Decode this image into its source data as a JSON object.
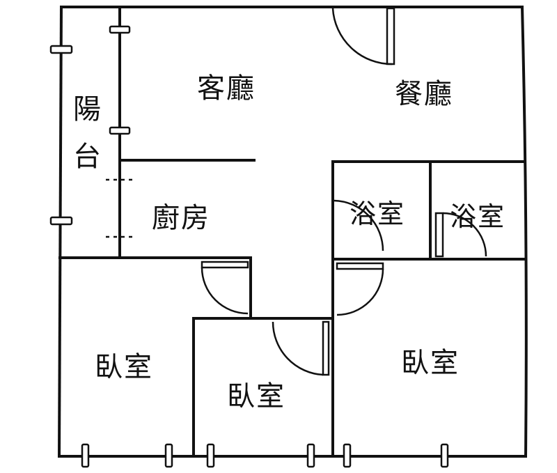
{
  "rooms": {
    "living_room": "客廳",
    "dining_room": "餐廳",
    "balcony_top": "陽",
    "balcony_bottom": "台",
    "kitchen": "廚房",
    "bath_left": "浴室",
    "bath_right": "浴室",
    "bedroom_left": "臥室",
    "bedroom_middle": "臥室",
    "bedroom_right": "臥室"
  },
  "colors": {
    "line": "#111111",
    "background": "#ffffff"
  }
}
